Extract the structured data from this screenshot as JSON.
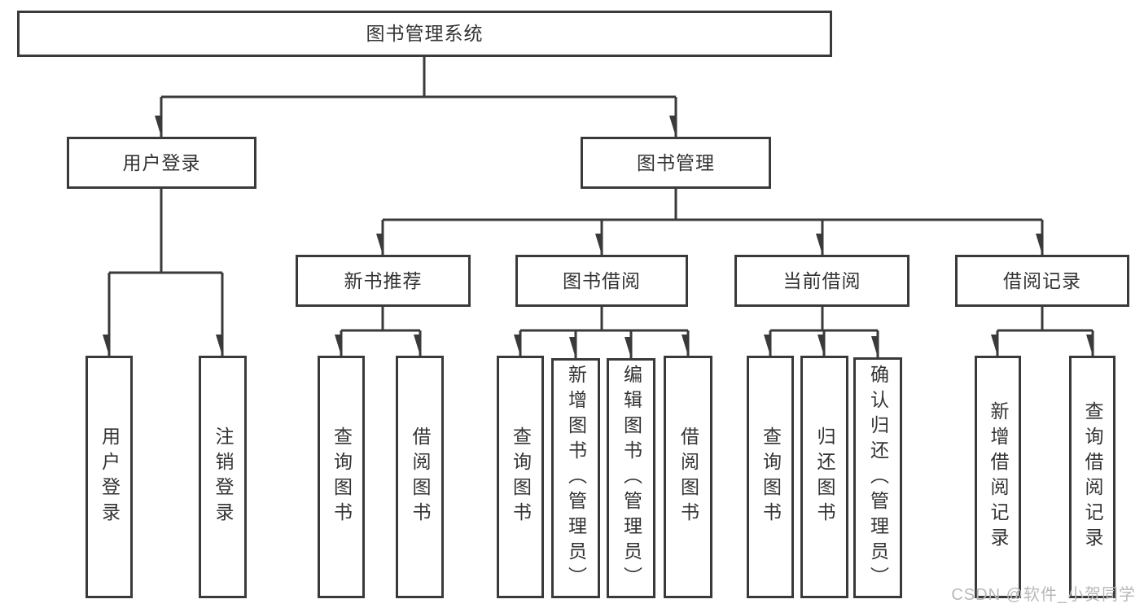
{
  "title": "图书管理系统",
  "watermark": {
    "text": "CSDN @软件_小贺同学"
  },
  "colors": {
    "line": "#3a3a3a",
    "box_border": "#3a3a3a",
    "text": "#333333",
    "background": "#ffffff",
    "watermark": "#b8b8b8"
  },
  "tree": {
    "label": "图书管理系统",
    "children": [
      {
        "label": "用户登录",
        "children": [
          {
            "label": "用户登录"
          },
          {
            "label": "注销登录"
          }
        ]
      },
      {
        "label": "图书管理",
        "children": [
          {
            "label": "新书推荐",
            "children": [
              {
                "label": "查询图书"
              },
              {
                "label": "借阅图书"
              }
            ]
          },
          {
            "label": "图书借阅",
            "children": [
              {
                "label": "查询图书"
              },
              {
                "label": "新增图书（管理员）"
              },
              {
                "label": "编辑图书（管理员）"
              },
              {
                "label": "借阅图书"
              }
            ]
          },
          {
            "label": "当前借阅",
            "children": [
              {
                "label": "查询图书"
              },
              {
                "label": "归还图书"
              },
              {
                "label": "确认归还（管理员）"
              }
            ]
          },
          {
            "label": "借阅记录",
            "children": [
              {
                "label": "新增借阅记录"
              },
              {
                "label": "查询借阅记录"
              }
            ]
          }
        ]
      }
    ]
  }
}
